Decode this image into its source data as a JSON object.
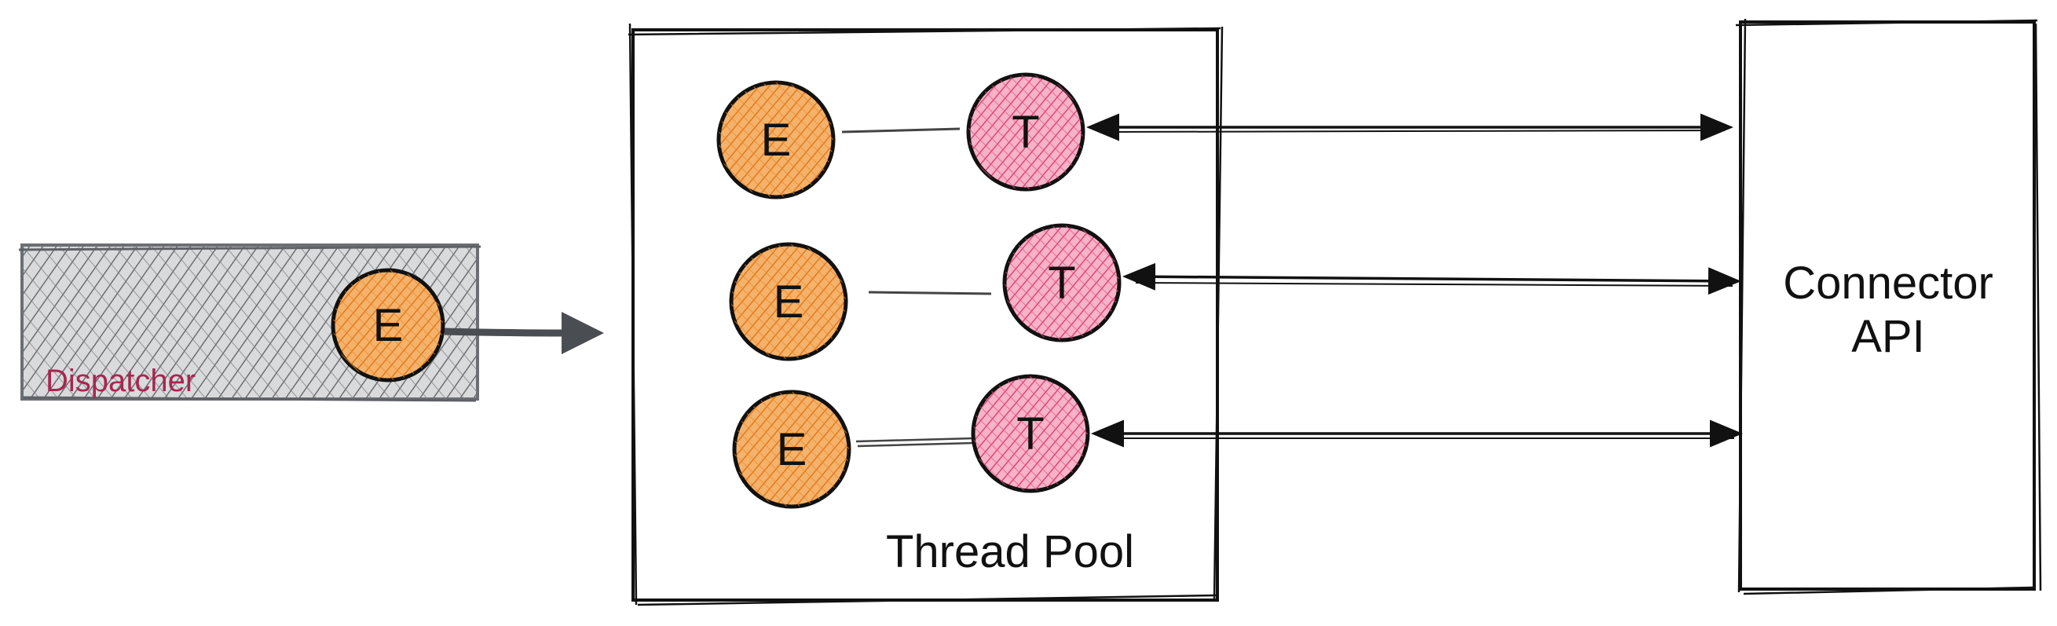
{
  "dispatcher": {
    "label": "Dispatcher",
    "event_label": "E"
  },
  "thread_pool": {
    "label": "Thread Pool",
    "rows": [
      {
        "event_label": "E",
        "thread_label": "T"
      },
      {
        "event_label": "E",
        "thread_label": "T"
      },
      {
        "event_label": "E",
        "thread_label": "T"
      }
    ]
  },
  "connector": {
    "label_line1": "Connector",
    "label_line2": "API"
  },
  "colors": {
    "event_fill": "#f0a050",
    "event_hatch": "#e07a1e",
    "thread_fill": "#f4a6bf",
    "thread_hatch": "#e0457a",
    "dispatcher_fill": "#d9dadc",
    "dispatcher_hatch": "#6b6e73",
    "dispatcher_text": "#a8264f",
    "stroke": "#111111",
    "arrow_gray": "#4a4d52"
  }
}
